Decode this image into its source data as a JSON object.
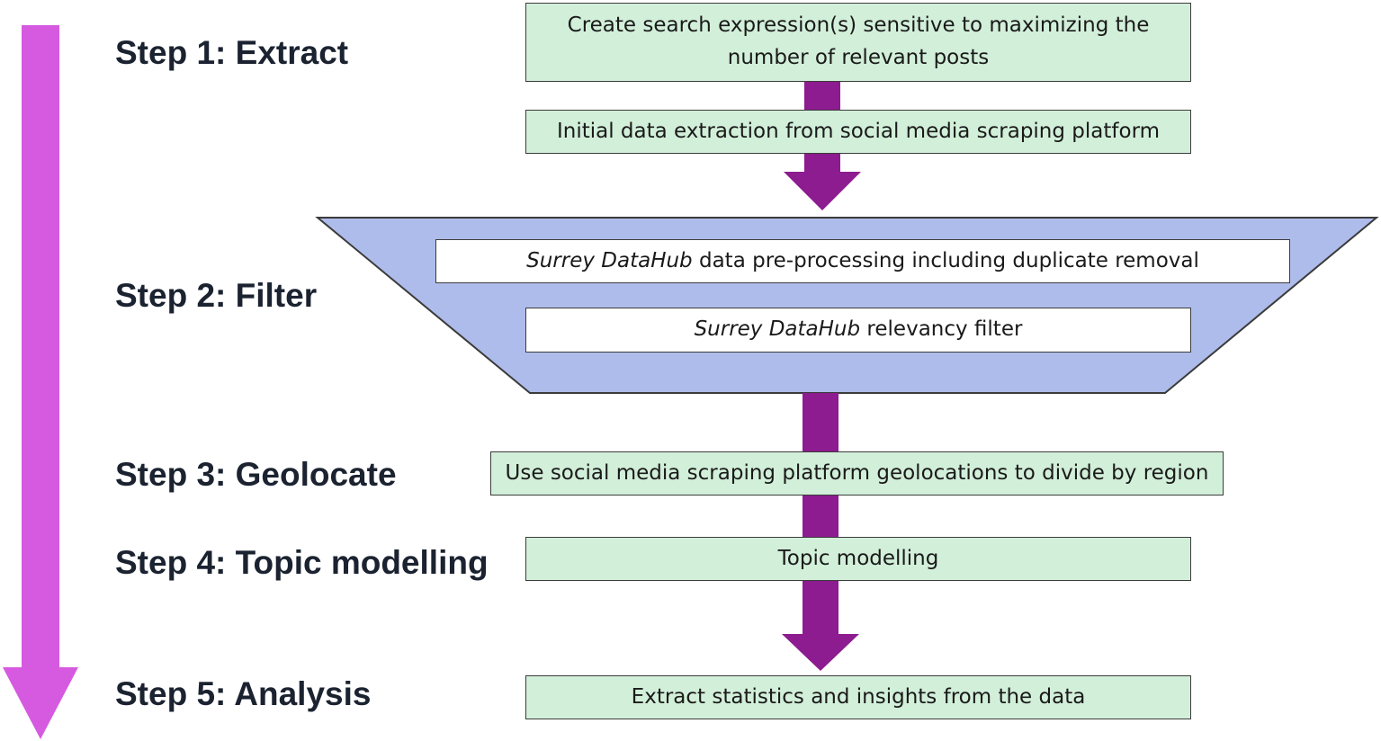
{
  "steps": {
    "step1": "Step 1: Extract",
    "step2": "Step 2: Filter",
    "step3": "Step 3: Geolocate",
    "step4": "Step 4: Topic modelling",
    "step5": "Step 5: Analysis"
  },
  "boxes": {
    "search_expression": "Create search expression(s) sensitive to maximizing the number of relevant posts",
    "initial_extraction": "Initial data extraction from social media scraping platform",
    "preprocessing": {
      "emphasis": "Surrey DataHub",
      "rest": " data pre-processing including duplicate removal"
    },
    "relevancy": {
      "emphasis": "Surrey DataHub",
      "rest": " relevancy filter"
    },
    "geolocation": "Use social media scraping platform geolocations to divide by region",
    "topic_modelling": "Topic modelling",
    "analysis": "Extract statistics and insights from the data"
  },
  "colors": {
    "timeline_arrow": "#d65ae0",
    "flow_arrow": "#8c1c8f",
    "funnel_fill": "#aebceb",
    "funnel_stroke": "#3b3b3b",
    "green_box": "#d2efd9",
    "step_text": "#1b2230"
  }
}
